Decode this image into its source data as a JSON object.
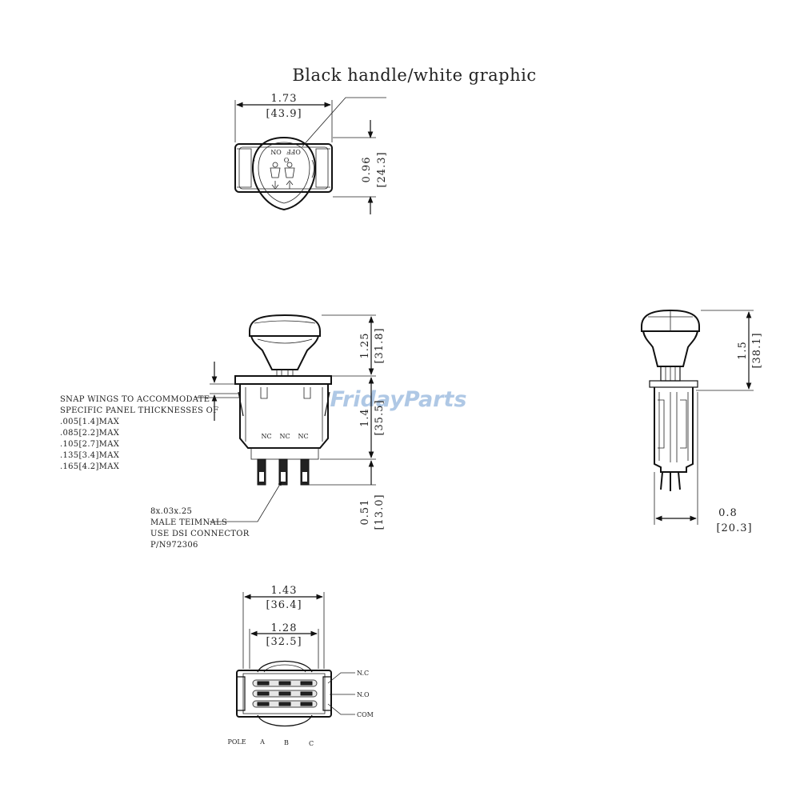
{
  "title": "Black handle/white graphic",
  "watermark": "FridayParts",
  "top_view": {
    "width_in": "1.73",
    "width_mm": "[43.9]",
    "height_in": "0.96",
    "height_mm": "[24.3]",
    "label_off": "OFF",
    "label_on": "ON",
    "label_o": "O"
  },
  "front_view": {
    "handle_in": "1.25",
    "handle_mm": "[31.8]",
    "body_in": "1.4",
    "body_mm": "[35.5]",
    "terminal_in": "0.51",
    "terminal_mm": "[13.0]",
    "nc_labels": [
      "NC",
      "NC",
      "NC"
    ],
    "snap_note": [
      "SNAP WINGS TO ACCOMMODATE",
      "SPECIFIC PANEL THICKNESSES OF",
      ".005[1.4]MAX",
      ".085[2.2]MAX",
      ".105[2.7]MAX",
      ".135[3.4]MAX",
      ".165[4.2]MAX"
    ],
    "terminal_note": [
      "8x.03x.25",
      "MALE TEIMNALS",
      "USE DSI CONNECTOR",
      "P/N972306"
    ]
  },
  "side_view": {
    "height_in": "1.5",
    "height_mm": "[38.1]",
    "depth_in": "0.8",
    "depth_mm": "[20.3]"
  },
  "bottom_view": {
    "outer_in": "1.43",
    "outer_mm": "[36.4]",
    "inner_in": "1.28",
    "inner_mm": "[32.5]",
    "pin_nc": "N.C",
    "pin_no": "N.O",
    "pin_com": "COM",
    "pole_label": "POLE",
    "pole_a": "A",
    "pole_b": "B",
    "pole_c": "C"
  }
}
